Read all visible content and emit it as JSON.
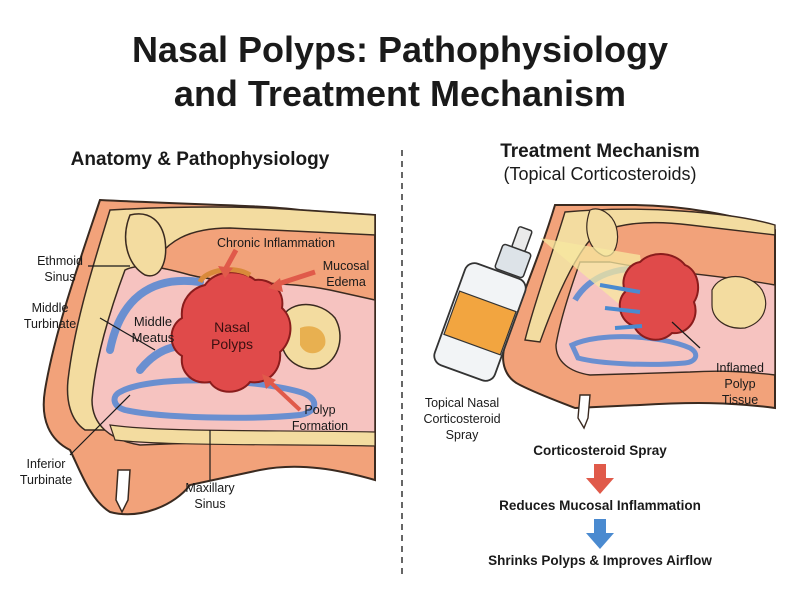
{
  "title_line1": "Nasal Polyps: Pathophysiology",
  "title_line2": "and Treatment Mechanism",
  "left": {
    "heading": "Anatomy & Pathophysiology",
    "labels": {
      "ethmoid_1": "Ethmoid",
      "ethmoid_2": "Sinus",
      "chronic": "Chronic Inflammation",
      "mucosal_1": "Mucosal",
      "mucosal_2": "Edema",
      "middle_turb_1": "Middle",
      "middle_turb_2": "Turbinate",
      "middle_meatus_1": "Middle",
      "middle_meatus_2": "Meatus",
      "polyps_1": "Nasal",
      "polyps_2": "Polyps",
      "polyp_form_1": "Polyp",
      "polyp_form_2": "Formation",
      "inferior_turb_1": "Inferior",
      "inferior_turb_2": "Turbinate",
      "maxillary_1": "Maxillary",
      "maxillary_2": "Sinus"
    }
  },
  "right": {
    "heading": "Treatment Mechanism",
    "subheading": "(Topical Corticosteroids)",
    "labels": {
      "spray_1": "Topical Nasal",
      "spray_2": "Corticosteroid",
      "spray_3": "Spray",
      "inflamed_1": "Inflamed",
      "inflamed_2": "Polyp",
      "inflamed_3": "Tissue"
    },
    "flow": {
      "step1": "Corticosteroid Spray",
      "step2": "Reduces Mucosal Inflammation",
      "step3": "Shrinks Polyps & Improves Airflow"
    }
  },
  "colors": {
    "skin": "#f2a27a",
    "mucosa": "#f6c3c0",
    "bone": "#f3dca0",
    "turbinate_blue": "#6a8fd0",
    "polyp": "#e04a4a",
    "arrow_red": "#e05a4a",
    "arrow_blue": "#4a8ad0"
  }
}
